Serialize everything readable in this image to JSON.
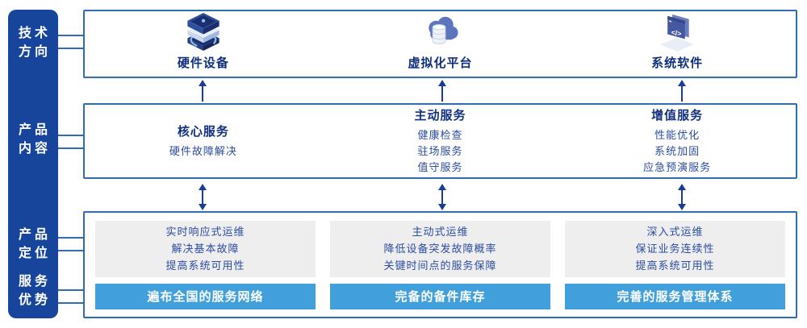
{
  "sidebar": {
    "items": [
      {
        "line1": "技术",
        "line2": "方向"
      },
      {
        "line1": "产品",
        "line2": "内容"
      },
      {
        "line1": "产品",
        "line2": "定位"
      },
      {
        "line1": "服务",
        "line2": "优势"
      }
    ]
  },
  "tech_row": {
    "items": [
      {
        "icon": "server-stack-icon",
        "label": "硬件设备"
      },
      {
        "icon": "cloud-database-icon",
        "label": "虚拟化平台"
      },
      {
        "icon": "code-window-icon",
        "label": "系统软件"
      }
    ]
  },
  "content_row": {
    "columns": [
      {
        "heading": "核心服务",
        "items": [
          "硬件故障解决"
        ]
      },
      {
        "heading": "主动服务",
        "items": [
          "健康检查",
          "驻场服务",
          "值守服务"
        ]
      },
      {
        "heading": "增值服务",
        "items": [
          "性能优化",
          "系统加固",
          "应急预演服务"
        ]
      }
    ]
  },
  "bottom_row": {
    "columns": [
      {
        "positioning": [
          "实时响应式运维",
          "解决基本故障",
          "提高系统可用性"
        ],
        "advantage": "遍布全国的服务网络"
      },
      {
        "positioning": [
          "主动式运维",
          "降低设备突发故障概率",
          "关键时间点的服务保障"
        ],
        "advantage": "完备的备件库存"
      },
      {
        "positioning": [
          "深入式运维",
          "保证业务连续性",
          "提高系统可用性"
        ],
        "advantage": "完善的服务管理体系"
      }
    ]
  },
  "colors": {
    "sidebar_bg": "#17459C",
    "box_border": "#2F6CB3",
    "heading_navy": "#10307D",
    "body_blue": "#2B4DA0",
    "arrow_navy": "#173E94",
    "gray_box": "#EEEEEE",
    "advantage_bar": "#41A0DC",
    "icon_navy": "#1B2F6E",
    "icon_blue": "#2C4F9E",
    "icon_slate": "#5C75BD",
    "icon_lightblue": "#7FB5E8"
  }
}
